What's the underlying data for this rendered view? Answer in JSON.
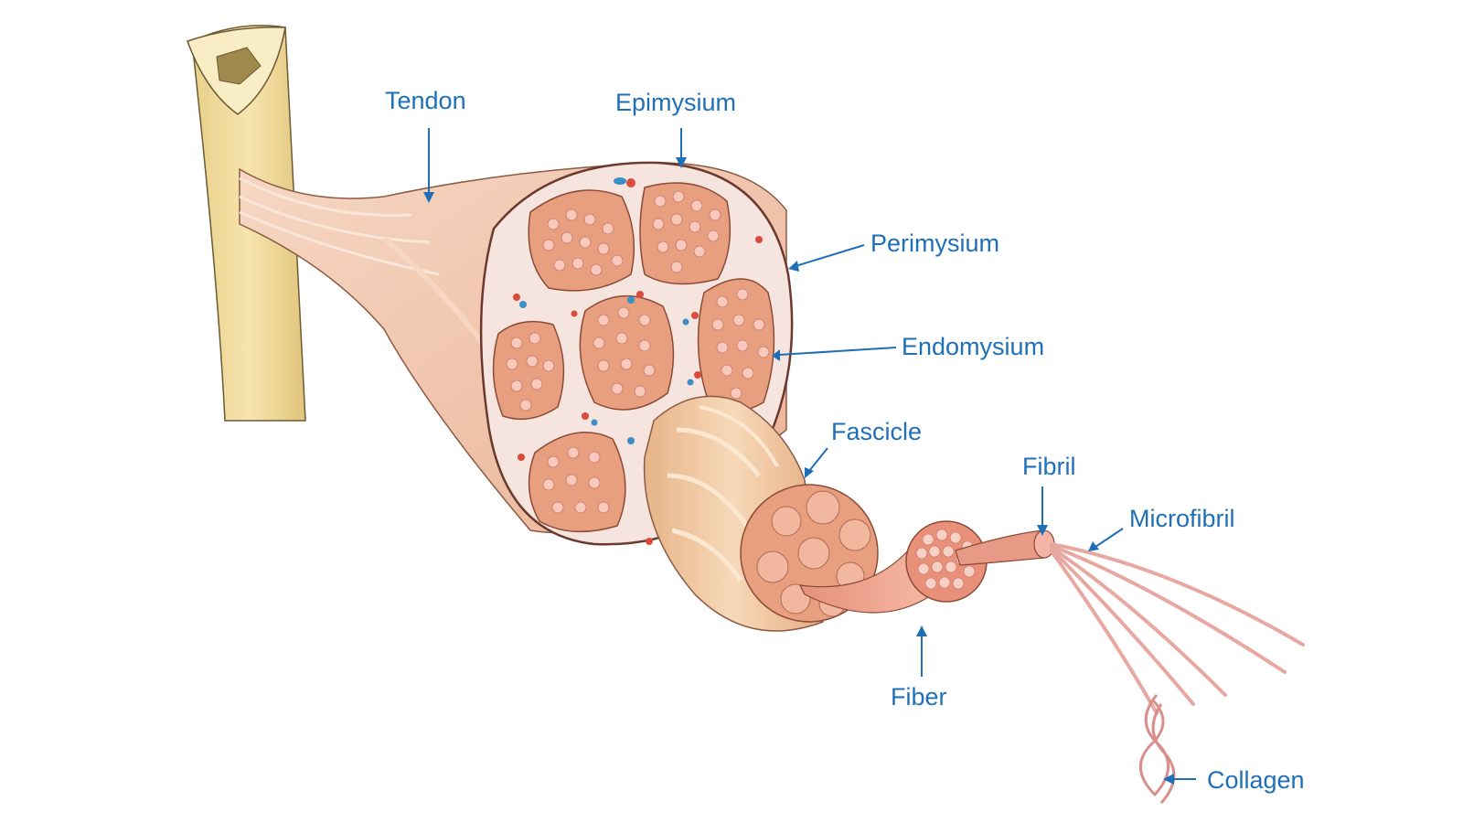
{
  "labels": {
    "tendon": "Tendon",
    "epimysium": "Epimysium",
    "perimysium": "Perimysium",
    "endomysium": "Endomysium",
    "fascicle": "Fascicle",
    "fibril": "Fibril",
    "microfibril": "Microfibril",
    "fiber": "Fiber",
    "collagen": "Collagen"
  },
  "colors": {
    "label": "#1f6fb8",
    "bone": "#f3dfa3",
    "muscle": "#f0c3a8",
    "fascicle_fill": "#e89f7f",
    "fiber_dot": "#f9c9bd",
    "connective": "#f6e4df",
    "vessel_red": "#d94b3c",
    "vessel_blue": "#3a8fc9"
  }
}
